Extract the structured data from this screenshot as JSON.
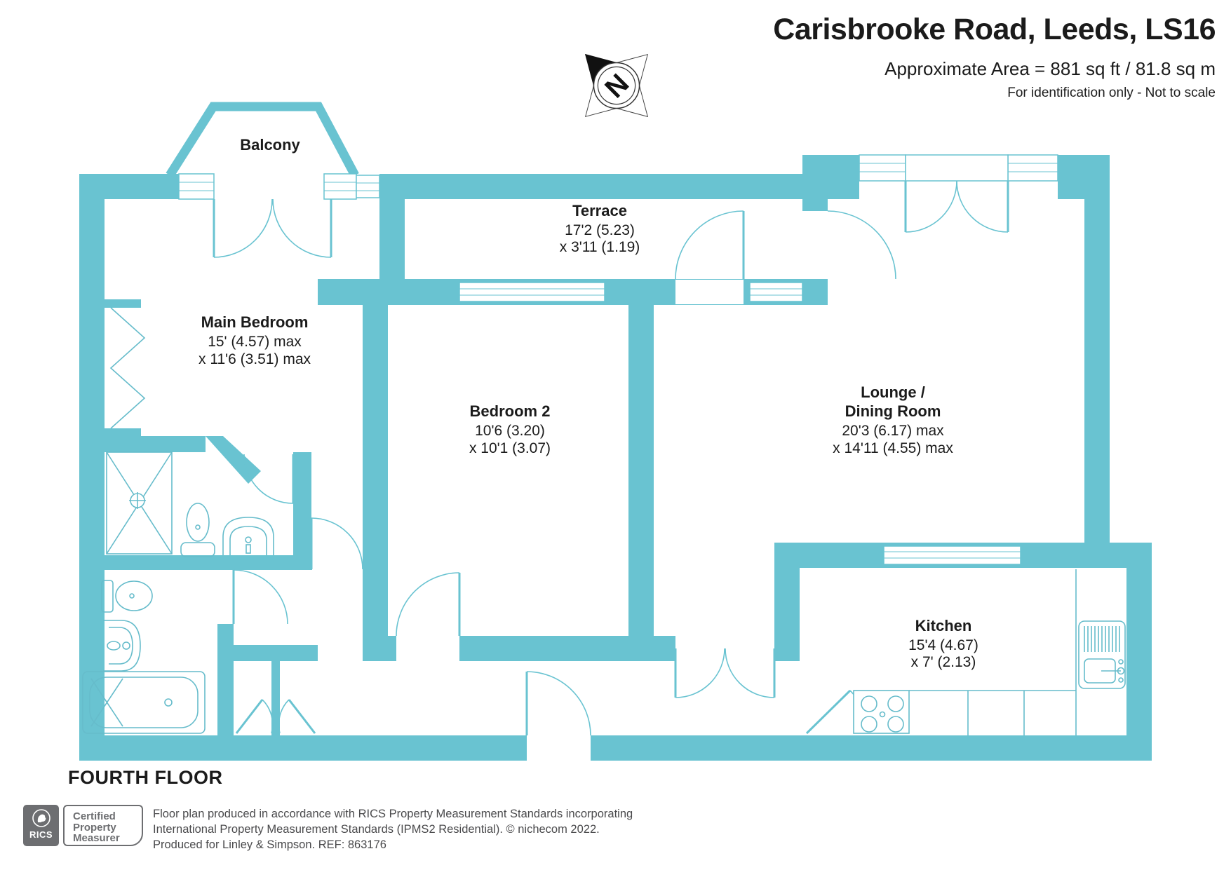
{
  "header": {
    "title": "Carisbrooke Road, Leeds, LS16",
    "area_line": "Approximate Area = 881 sq ft / 81.8 sq m",
    "disclaimer": "For identification only - Not to scale"
  },
  "compass": {
    "north_label": "N"
  },
  "floor_label": "FOURTH FLOOR",
  "rooms": [
    {
      "id": "balcony",
      "name": "Balcony",
      "dims": []
    },
    {
      "id": "terrace",
      "name": "Terrace",
      "dims": [
        "17'2 (5.23)",
        "x 3'11 (1.19)"
      ]
    },
    {
      "id": "main-bedroom",
      "name": "Main Bedroom",
      "dims": [
        "15' (4.57) max",
        "x 11'6 (3.51) max"
      ]
    },
    {
      "id": "bedroom-2",
      "name": "Bedroom 2",
      "dims": [
        "10'6 (3.20)",
        "x 10'1 (3.07)"
      ]
    },
    {
      "id": "lounge-dining",
      "name": "Lounge /",
      "name2": "Dining Room",
      "dims": [
        "20'3 (6.17) max",
        "x 14'11 (4.55) max"
      ]
    },
    {
      "id": "kitchen",
      "name": "Kitchen",
      "dims": [
        "15'4 (4.67)",
        "x 7' (2.13)"
      ]
    }
  ],
  "footer": {
    "rics_label": "RICS",
    "badge_lines": [
      "Certified",
      "Property",
      "Measurer"
    ],
    "lines": [
      "Floor plan produced in accordance with RICS Property Measurement Standards incorporating",
      "International Property Measurement Standards (IPMS2 Residential).   © nichecom 2022.",
      "Produced for Linley & Simpson.   REF: 863176"
    ]
  },
  "colors": {
    "wall": "#69c3d1",
    "fixture": "#66bccb",
    "ink": "#1b1b1b",
    "footer-gray": "#4a4a4c",
    "rics-gray": "#6d6e71"
  }
}
